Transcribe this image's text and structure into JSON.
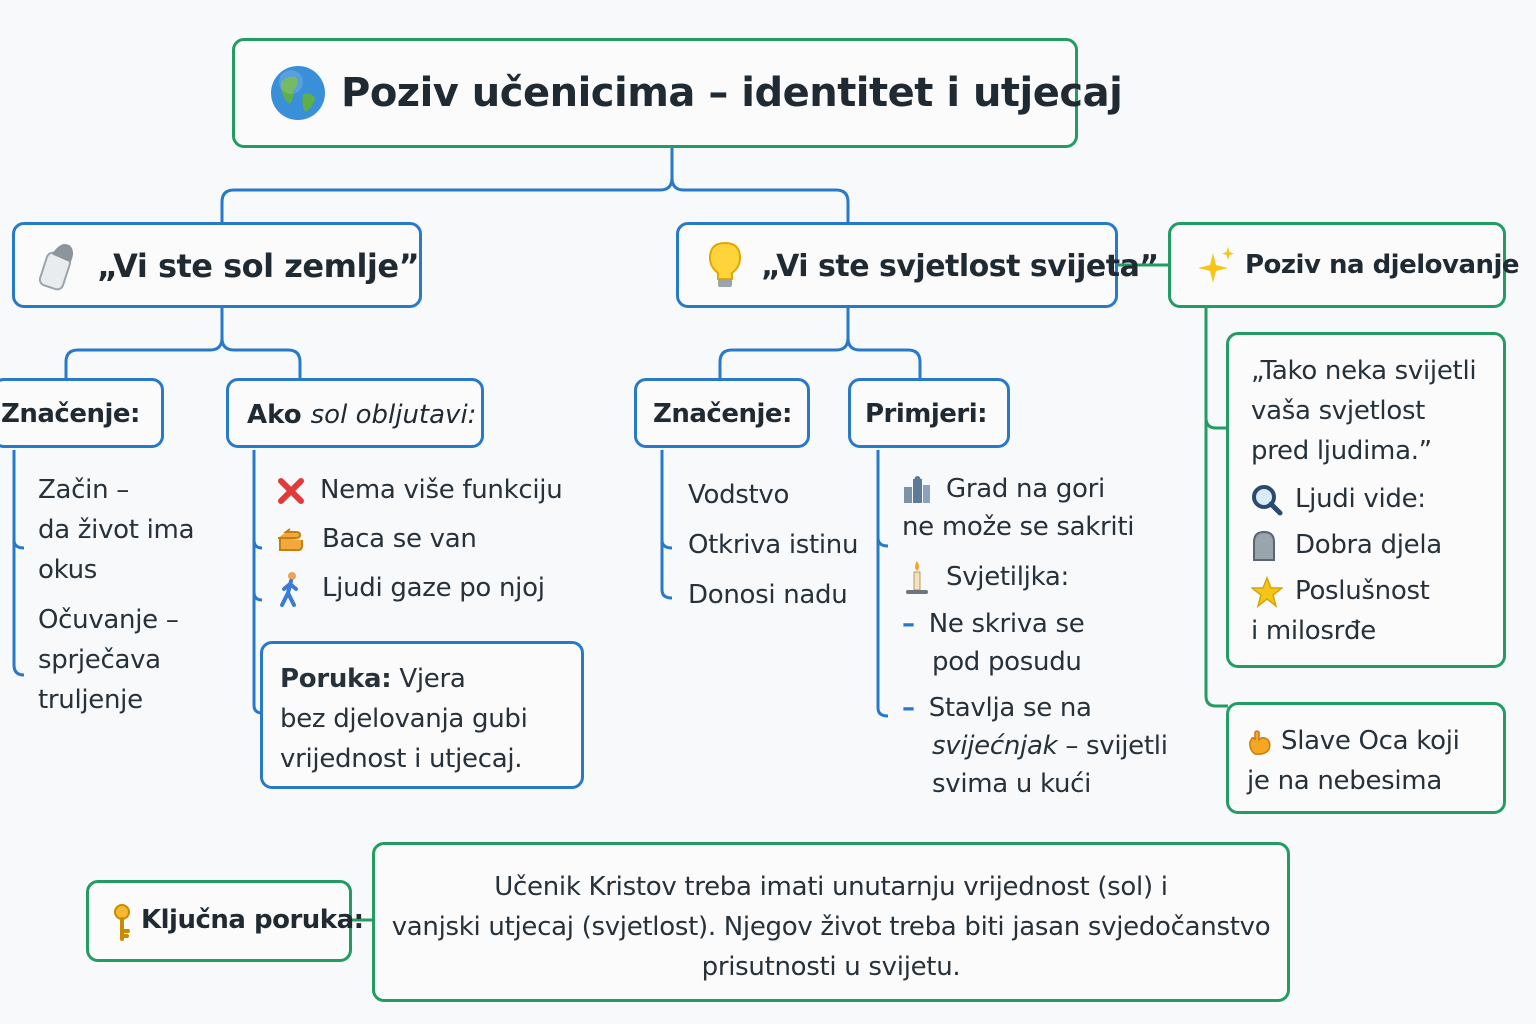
{
  "title": "Poziv učenicima – identitet i utjecaj",
  "salt": {
    "label": "„Vi ste sol zemlje”",
    "meaning_label": "Značenje:",
    "meaning_items": [
      "Začin –",
      "da život ima",
      "okus",
      "Očuvanje –",
      "sprječava",
      "truljenje"
    ],
    "ifspoils_prefix": "Ako ",
    "ifspoils_word": "sol",
    "ifspoils_suffix": " obljutavi:",
    "consequences": [
      "Nema više funkciju",
      "Baca se van",
      "Ljudi gaze po njoj"
    ],
    "message_label": "Poruka:",
    "message_lines": [
      " Vjera",
      "bez djelovanja gubi",
      "vrijednost i utjecaj."
    ]
  },
  "light": {
    "label": "„Vi ste svjetlost svijeta”",
    "meaning_label": "Značenje:",
    "meaning_items": [
      "Vodstvo",
      "Otkriva istinu",
      "Donosi nadu"
    ],
    "examples_label": "Primjeri:",
    "city_lines": [
      "Grad na gori",
      "ne može se sakriti"
    ],
    "lamp_label": "Svjetiljka:",
    "lamp_item1": [
      "Ne skriva se",
      "pod posudu"
    ],
    "lamp_item2_line1": "Stavlja se na",
    "lamp_item2_word": "svijećnjak",
    "lamp_item2_rest": " – svijetli",
    "lamp_item2_line3": "svima u kući"
  },
  "action": {
    "label": "Poziv na djelovanje",
    "quote_lines": [
      "„Tako neka svijetli",
      "vaša svjetlost",
      "pred ljudima.”"
    ],
    "people_see": "Ljudi vide:",
    "good_deeds": "Dobra djela",
    "obedience_lines": [
      "Poslušnost",
      "i milosrđe"
    ],
    "glorify_lines": [
      "Slave Oca koji",
      "je na nebesima"
    ]
  },
  "key": {
    "label": "Ključna poruka:",
    "text_lines": [
      "Učenik Kristov treba imati unutarnju vrijednost (sol) i",
      "vanjski utjecaj (svjetlost). Njegov život treba biti jasan svjedočanstvo",
      "prisutnosti u svijetu."
    ]
  },
  "icons": [
    "globe-icon",
    "salt-shaker-icon",
    "lightbulb-icon",
    "sparkles-icon",
    "cross-mark-icon",
    "pointing-hand-icon",
    "walking-person-icon",
    "city-icon",
    "candle-icon",
    "magnifier-icon",
    "tombstone-icon",
    "star-icon",
    "hand-icon",
    "key-icon"
  ],
  "colors": {
    "blue": "#2979c9",
    "green": "#239c63",
    "red": "#e03a3a",
    "star": "#f5c518"
  }
}
